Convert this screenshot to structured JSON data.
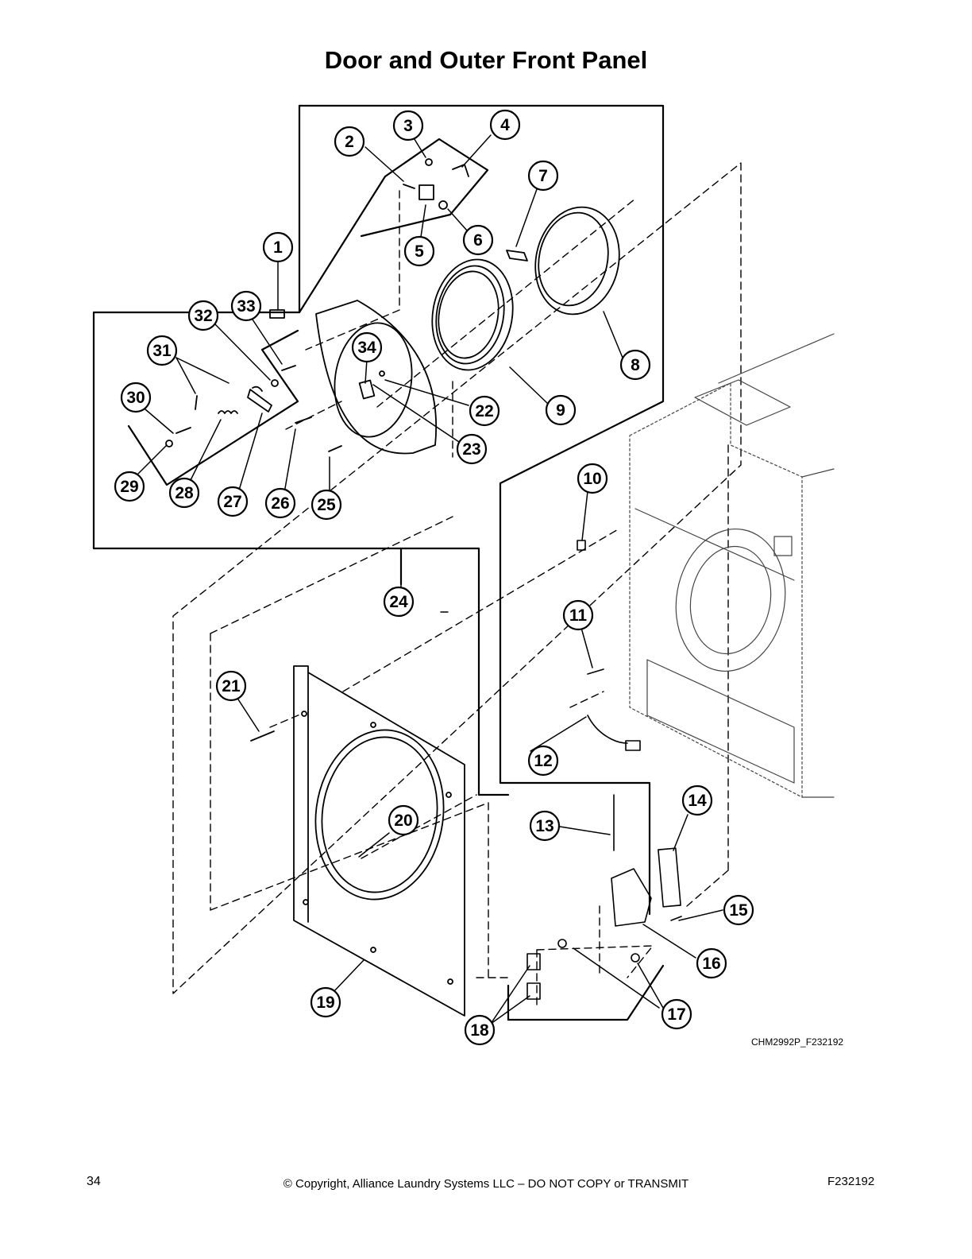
{
  "page": {
    "title": "Door and Outer Front Panel",
    "drawing_id": "CHM2992P_F232192",
    "page_number": "34",
    "copyright": "© Copyright, Alliance Laundry Systems LLC – DO NOT COPY or TRANSMIT",
    "doc_code": "F232192"
  },
  "callouts": [
    "1",
    "2",
    "3",
    "4",
    "5",
    "6",
    "7",
    "8",
    "9",
    "10",
    "11",
    "12",
    "13",
    "14",
    "15",
    "16",
    "17",
    "18",
    "19",
    "20",
    "21",
    "22",
    "23",
    "24",
    "25",
    "26",
    "27",
    "28",
    "29",
    "30",
    "31",
    "32",
    "33",
    "34"
  ]
}
